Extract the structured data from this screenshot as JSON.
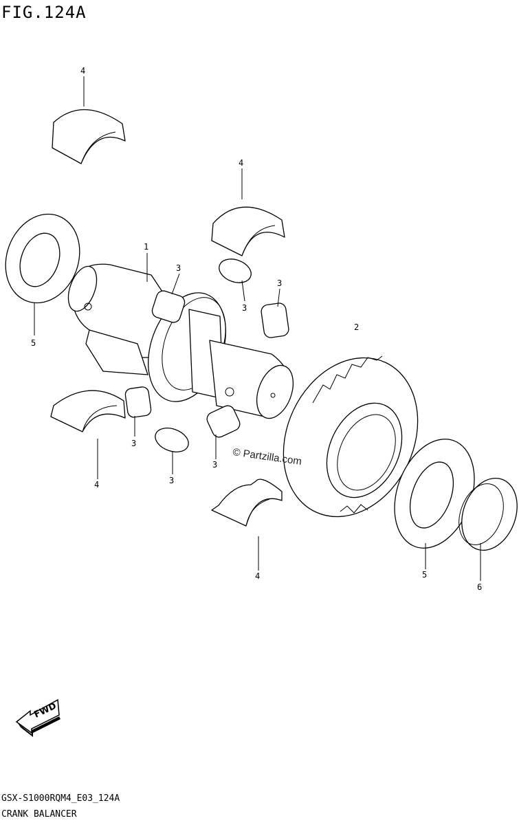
{
  "figure": {
    "title": "FIG.124A",
    "footer_code": "GSX-S1000RQM4_E03_124A",
    "footer_name": "CRANK BALANCER",
    "watermark": "© Partzilla.com",
    "fwd_label": "FWD"
  },
  "callouts": [
    {
      "id": "c1",
      "label": "1"
    },
    {
      "id": "c2",
      "label": "2"
    },
    {
      "id": "c3a",
      "label": "3"
    },
    {
      "id": "c3b",
      "label": "3"
    },
    {
      "id": "c3c",
      "label": "3"
    },
    {
      "id": "c3d",
      "label": "3"
    },
    {
      "id": "c3e",
      "label": "3"
    },
    {
      "id": "c3f",
      "label": "3"
    },
    {
      "id": "c4a",
      "label": "4"
    },
    {
      "id": "c4b",
      "label": "4"
    },
    {
      "id": "c4c",
      "label": "4"
    },
    {
      "id": "c4d",
      "label": "4"
    },
    {
      "id": "c5a",
      "label": "5"
    },
    {
      "id": "c5b",
      "label": "5"
    },
    {
      "id": "c6",
      "label": "6"
    }
  ]
}
